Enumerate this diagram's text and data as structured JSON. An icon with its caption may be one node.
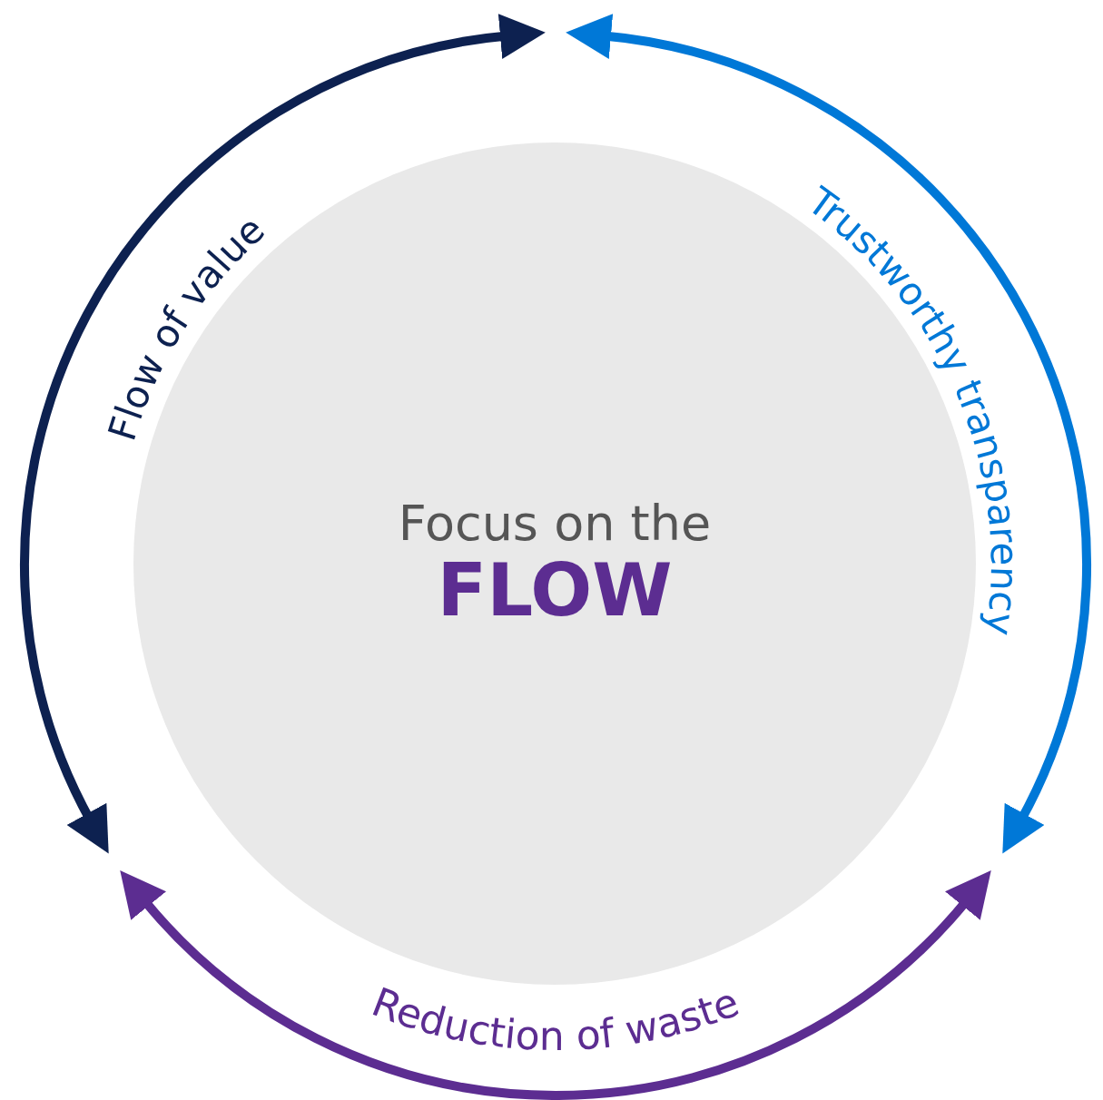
{
  "diagram": {
    "nodes": [
      {
        "text": [
          "Focus on the",
          "FLOW"
        ]
      }
    ],
    "labels": [
      "Flow of value",
      "Trustworthy transparency",
      "Reduction of waste"
    ]
  }
}
